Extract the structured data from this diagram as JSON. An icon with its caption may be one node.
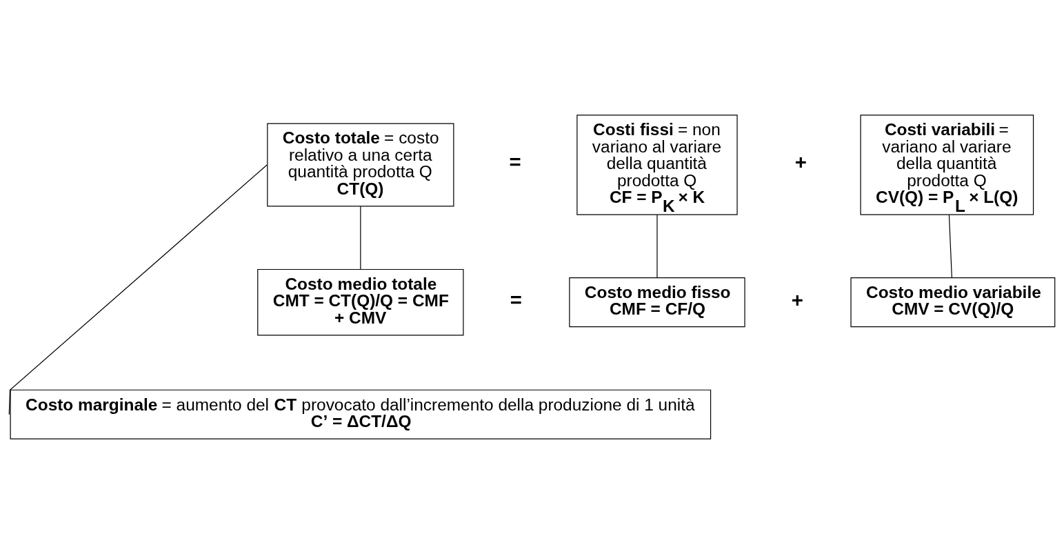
{
  "diagram": {
    "nodes": [
      {
        "text": [
          "**Costo totale** = costo relativo a una certa quantità prodotta Q",
          "**CT(Q)**"
        ]
      },
      {
        "text": [
          "**Costi fissi** = non variano al variare della quantità prodotta Q",
          "**CF = P$_{K}$ × K**"
        ]
      },
      {
        "text": [
          "**Costi variabili** = variano al variare della quantità prodotta Q",
          "**CV(Q) = P$_{L}$ × L(Q)**"
        ]
      },
      {
        "text": [
          "**Costo medio totale**",
          "**CMT = CT(Q)/Q = CMF + CMV**"
        ]
      },
      {
        "text": [
          "**Costo medio fisso**",
          "**CMF = CF/Q**"
        ]
      },
      {
        "text": [
          "**Costo medio variabile**",
          "**CMV = CV(Q)/Q**"
        ]
      },
      {
        "text": [
          "**Costo marginale** = aumento del **CT** provocato dall’incremento della produzione di 1 unità",
          "**C’ = ΔCT/ΔQ**"
        ]
      }
    ],
    "edges": [
      {
        "from": 0,
        "to": 3,
        "arrow": "none"
      },
      {
        "from": 1,
        "to": 4,
        "arrow": "none"
      },
      {
        "from": 2,
        "to": 5,
        "arrow": "none"
      },
      {
        "from": 0,
        "to": 6,
        "arrow": "none"
      }
    ],
    "labels": [
      "=",
      "+",
      "=",
      "+"
    ]
  }
}
